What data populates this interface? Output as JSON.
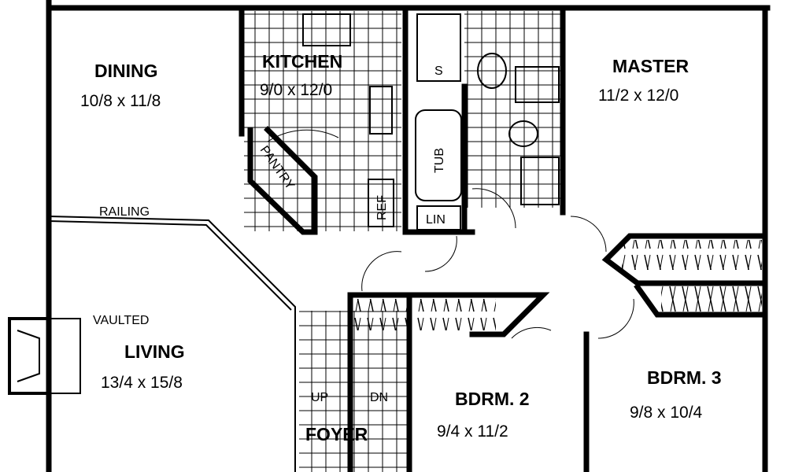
{
  "rooms": {
    "dining": {
      "name": "DINING",
      "size": "10/8 x 11/8"
    },
    "kitchen": {
      "name": "KITCHEN",
      "size": "9/0 x 12/0"
    },
    "master": {
      "name": "MASTER",
      "size": "11/2 x 12/0"
    },
    "living": {
      "name": "LIVING",
      "size": "13/4 x 15/8",
      "note": "VAULTED"
    },
    "bdrm2": {
      "name": "BDRM. 2",
      "size": "9/4 x 11/2"
    },
    "bdrm3": {
      "name": "BDRM. 3",
      "size": "9/8 x 10/4"
    },
    "foyer": {
      "name": "FOYER"
    }
  },
  "labels": {
    "shower": "S",
    "pantry": "PANTRY",
    "ref": "REF",
    "tub": "TUB",
    "linen": "LIN",
    "railing": "RAILING",
    "stairs_up": "UP",
    "stairs_down": "DN"
  }
}
